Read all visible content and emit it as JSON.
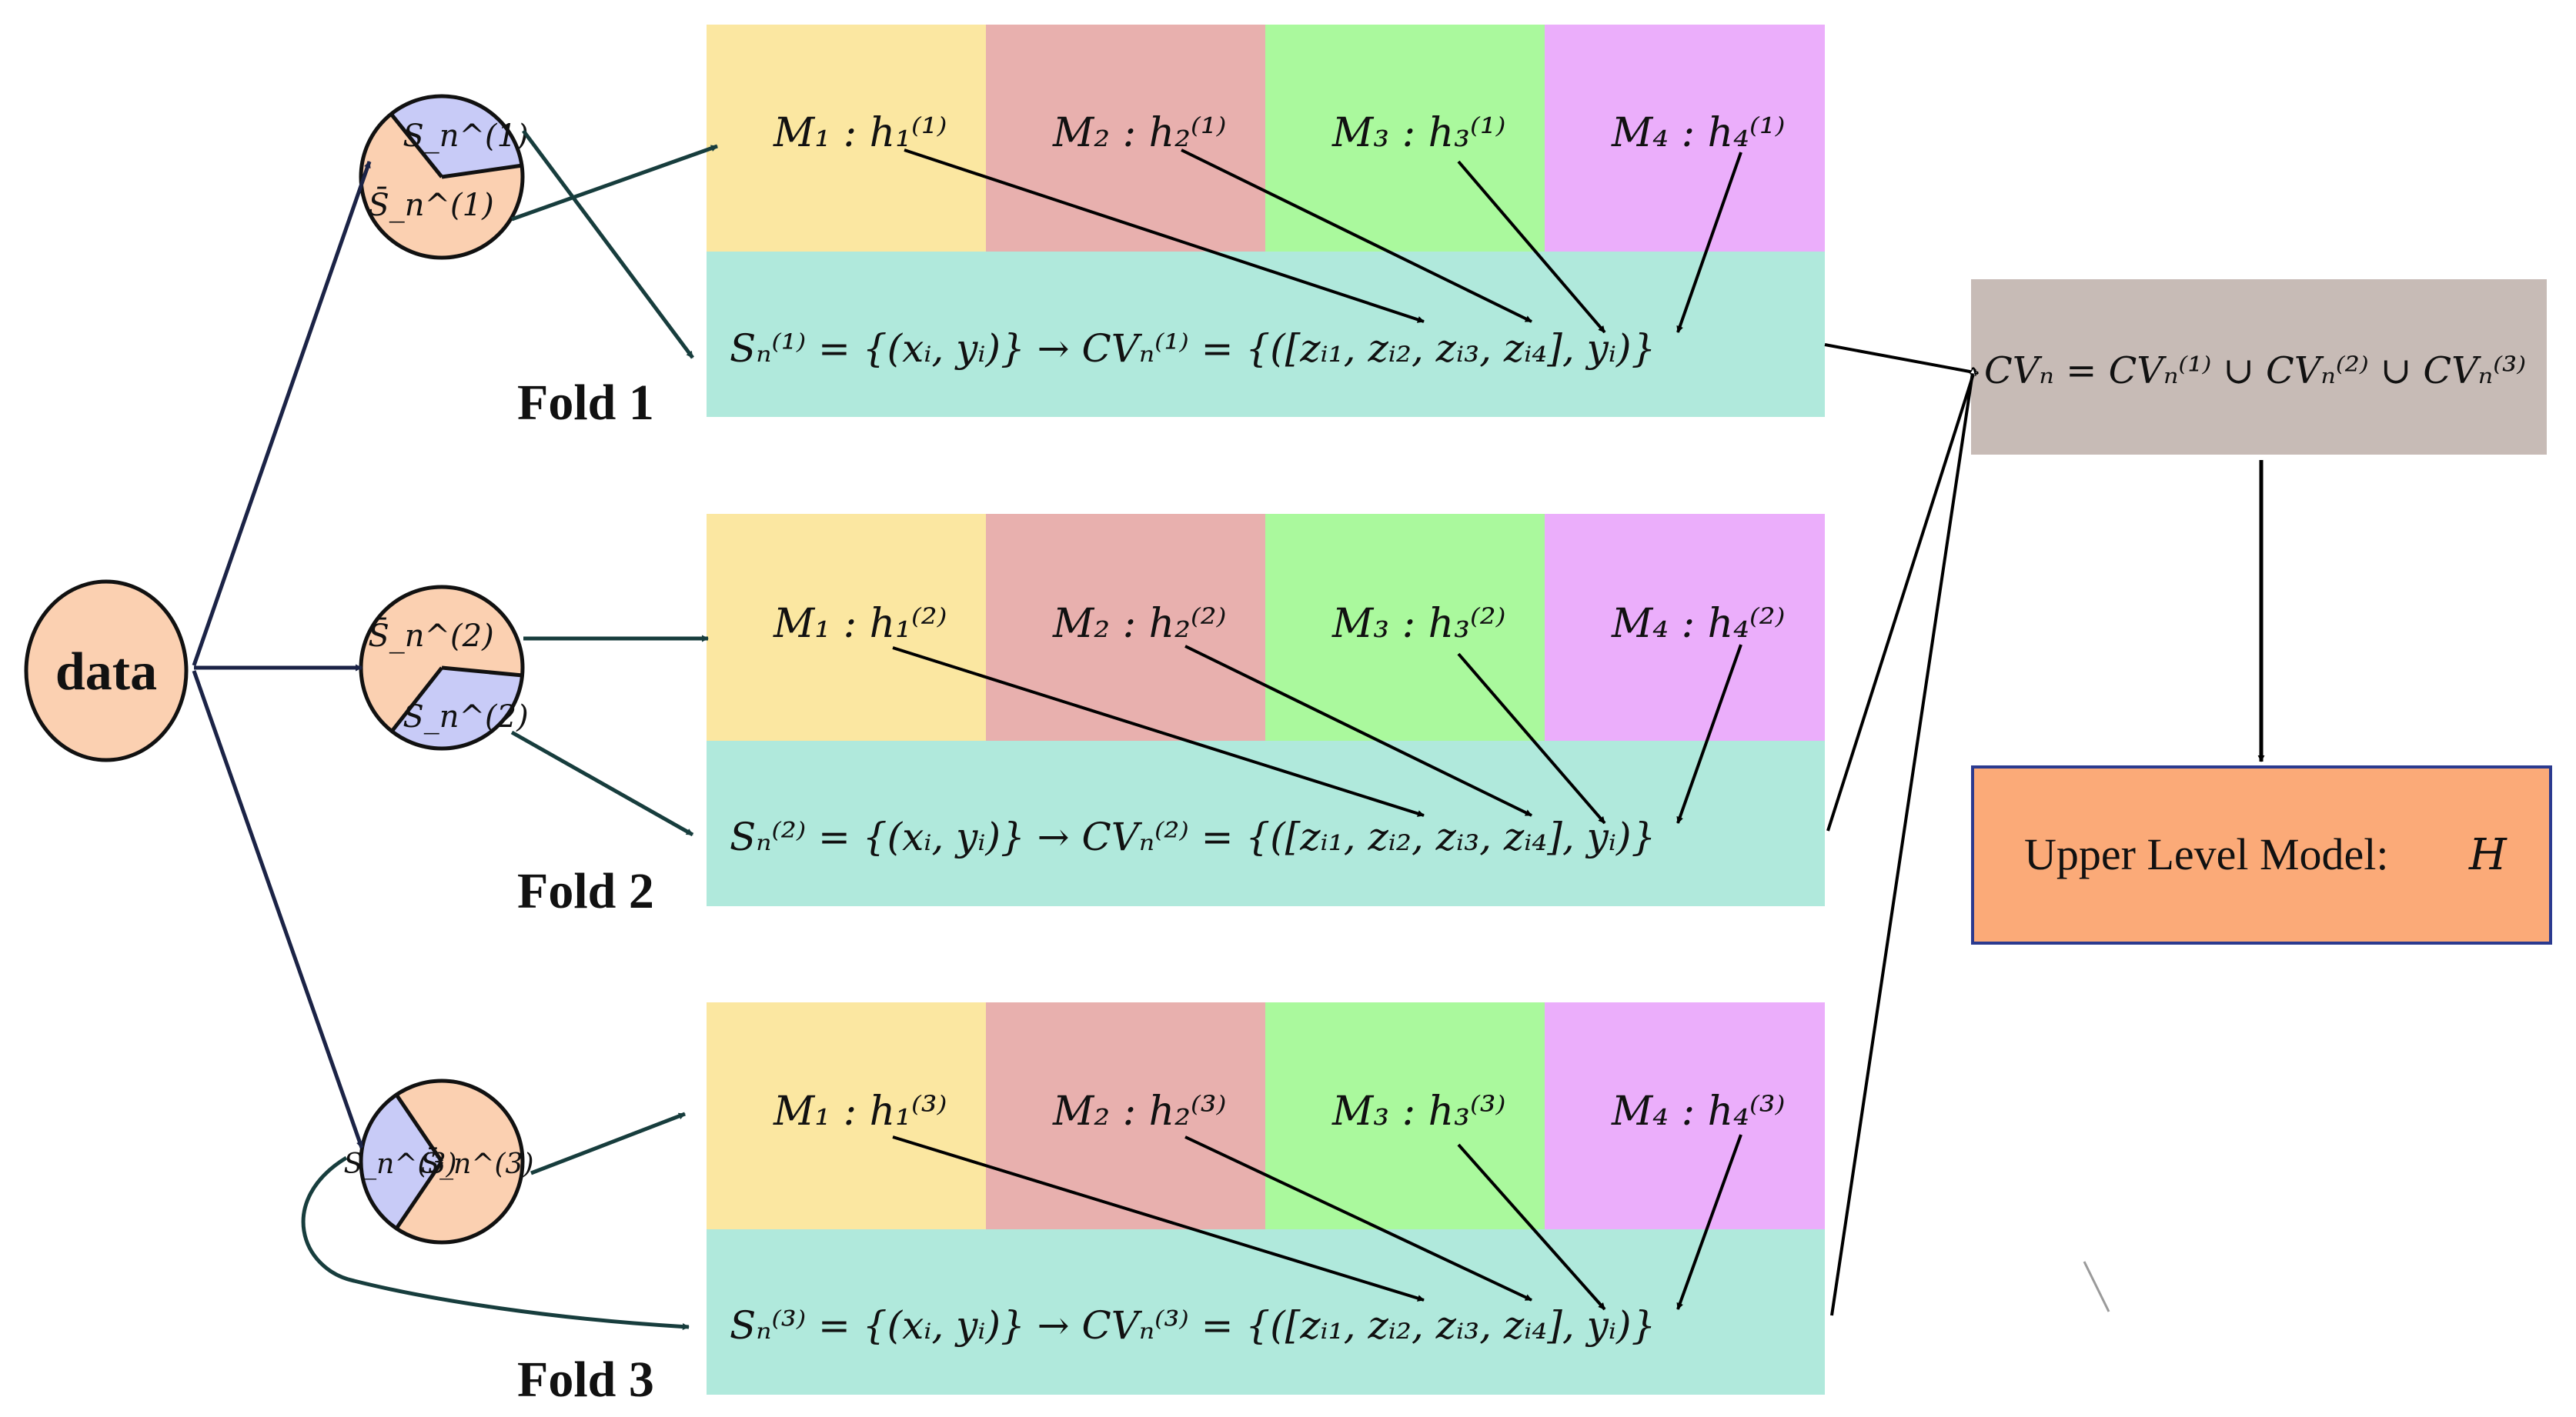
{
  "colors": {
    "m1": "#fbe7a1",
    "m2": "#e8b0ae",
    "m3": "#aaf99d",
    "m4": "#ebaefb",
    "cv_band": "#b0e9dc",
    "union_box": "#c7bbb6",
    "upper_box": "#fbaa78",
    "upper_border": "#2b3a8f",
    "train_part": "#fbd0b1",
    "test_part": "#c8cbf7",
    "arrow_dark": "#173d3d",
    "arrow_navy": "#1b2346"
  },
  "data_node": {
    "label": "data"
  },
  "folds": [
    {
      "label": "Fold 1",
      "test_label": "S_n^(1)",
      "train_label": "S̄_n^(1)",
      "models": [
        "M₁ : h₁⁽¹⁾",
        "M₂ : h₂⁽¹⁾",
        "M₃ : h₃⁽¹⁾",
        "M₄ : h₄⁽¹⁾"
      ],
      "cv_formula": "Sₙ⁽¹⁾ = {(xᵢ, yᵢ)} → CVₙ⁽¹⁾ = {([zᵢ₁, zᵢ₂, zᵢ₃, zᵢ₄], yᵢ)}"
    },
    {
      "label": "Fold 2",
      "test_label": "S_n^(2)",
      "train_label": "S̄_n^(2)",
      "models": [
        "M₁ : h₁⁽²⁾",
        "M₂ : h₂⁽²⁾",
        "M₃ : h₃⁽²⁾",
        "M₄ : h₄⁽²⁾"
      ],
      "cv_formula": "Sₙ⁽²⁾ = {(xᵢ, yᵢ)} → CVₙ⁽²⁾ = {([zᵢ₁, zᵢ₂, zᵢ₃, zᵢ₄], yᵢ)}"
    },
    {
      "label": "Fold 3",
      "test_label": "S_n^(3)",
      "train_label": "S̄_n^(3)",
      "models": [
        "M₁ : h₁⁽³⁾",
        "M₂ : h₂⁽³⁾",
        "M₃ : h₃⁽³⁾",
        "M₄ : h₄⁽³⁾"
      ],
      "cv_formula": "Sₙ⁽³⁾ = {(xᵢ, yᵢ)} → CVₙ⁽³⁾ = {([zᵢ₁, zᵢ₂, zᵢ₃, zᵢ₄], yᵢ)}"
    }
  ],
  "union_box": {
    "formula": "CVₙ = CVₙ⁽¹⁾ ∪ CVₙ⁽²⁾ ∪ CVₙ⁽³⁾"
  },
  "upper_box": {
    "label": "Upper Level Model:",
    "symbol": "H"
  }
}
